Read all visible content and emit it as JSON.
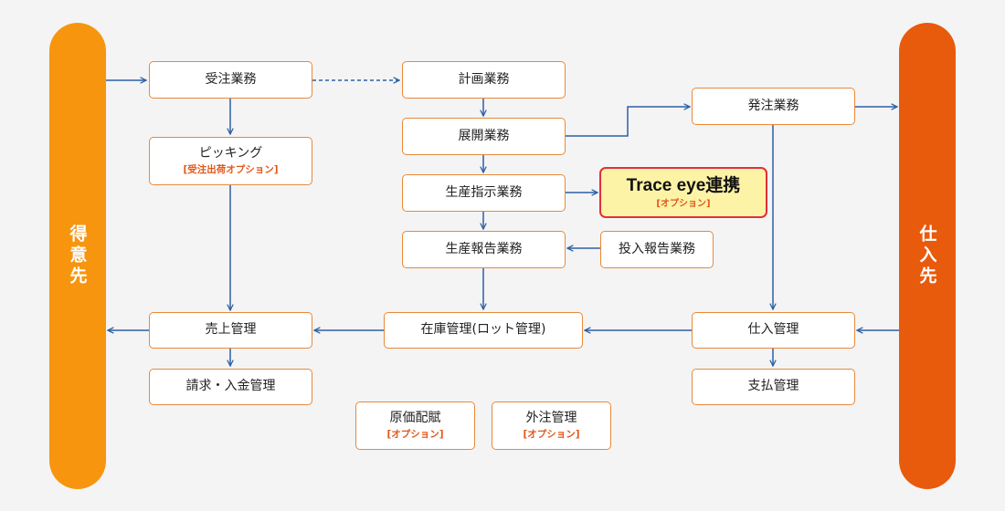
{
  "pills": {
    "left": "得意先",
    "right": "仕入先",
    "left_color": "#f7950f",
    "right_color": "#e85a0c"
  },
  "boxes": {
    "juchu": "受注業務",
    "picking": "ピッキング",
    "picking_opt": "[受注出荷オプション]",
    "uriage": "売上管理",
    "seikyu": "請求・入金管理",
    "keikaku": "計画業務",
    "tenkai": "展開業務",
    "seisan_shiji": "生産指示業務",
    "seisan_hokoku": "生産報告業務",
    "zaiko": "在庫管理(ロット管理)",
    "genka": "原価配賦",
    "genka_opt": "[オプション]",
    "gaichu": "外注管理",
    "gaichu_opt": "[オプション]",
    "trace": "Trace eye連携",
    "trace_opt": "[オプション]",
    "tonyu": "投入報告業務",
    "hatchu": "発注業務",
    "shiire": "仕入管理",
    "shiharai": "支払管理"
  },
  "colors": {
    "arrow": "#2d5fa6",
    "box_border": "#e8893a",
    "option_text": "#e0581a",
    "highlight_fill": "#fdf3a6",
    "highlight_border": "#e0303a"
  }
}
